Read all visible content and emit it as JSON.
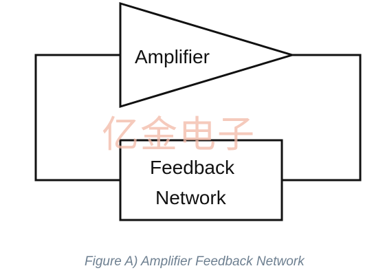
{
  "diagram": {
    "amplifier_label": "Amplifier",
    "feedback_label_line1": "Feedback",
    "feedback_label_line2": "Network",
    "watermark_text": "亿金电子",
    "caption": "Figure A) Amplifier Feedback Network"
  },
  "colors": {
    "line": "#111111",
    "background": "#ffffff",
    "watermark": "#f2b8a6",
    "caption": "#6d7f90"
  }
}
